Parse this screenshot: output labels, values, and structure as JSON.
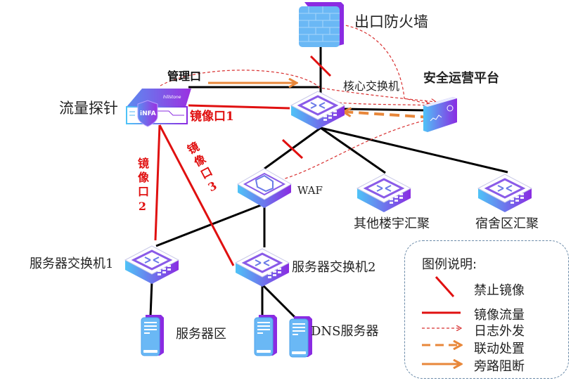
{
  "title": "流量探针部署拓扑图",
  "nodes": {
    "firewall": {
      "label": "出口防火墙",
      "icon": "firewall-brick-icon"
    },
    "core_switch": {
      "label": "核心交换机",
      "icon": "switch-icon"
    },
    "soc": {
      "label": "安全运营平台",
      "icon": "monitor-panel-icon"
    },
    "probe": {
      "label": "流量探针",
      "icon": "probe-appliance-icon",
      "badge": "iNFA"
    },
    "waf": {
      "label": "WAF",
      "icon": "waf-shield-icon"
    },
    "other_buildings": {
      "label": "其他楼宇汇聚",
      "icon": "switch-icon"
    },
    "dorm": {
      "label": "宿舍区汇聚",
      "icon": "switch-icon"
    },
    "server_switch_1": {
      "label": "服务器交换机1",
      "icon": "switch-icon"
    },
    "server_switch_2": {
      "label": "服务器交换机2",
      "icon": "switch-icon"
    },
    "server_zone": {
      "label": "服务器区",
      "icon": "server-icon"
    },
    "dns_server": {
      "label": "DNS服务器",
      "icon": "server-icon"
    }
  },
  "links": {
    "mgmt_port": "管理口",
    "mirror_1": "镜像口1",
    "mirror_2": "镜像口2",
    "mirror_3": "镜像口3"
  },
  "legend": {
    "title": "图例说明:",
    "items": [
      {
        "label": "禁止镜像",
        "style": "red-slash"
      },
      {
        "label": "镜像流量",
        "style": "red-solid"
      },
      {
        "label": "日志外发",
        "style": "red-dotted-arrow"
      },
      {
        "label": "联动处置",
        "style": "orange-dashed-arrow"
      },
      {
        "label": "旁路阻断",
        "style": "orange-solid-arrow"
      }
    ]
  },
  "colors": {
    "link": "#000000",
    "mirror": "#e01010",
    "log": "#d83030",
    "action": "#e8873a",
    "device_blue": "#4fb4f5",
    "device_purple": "#8a2be2"
  }
}
